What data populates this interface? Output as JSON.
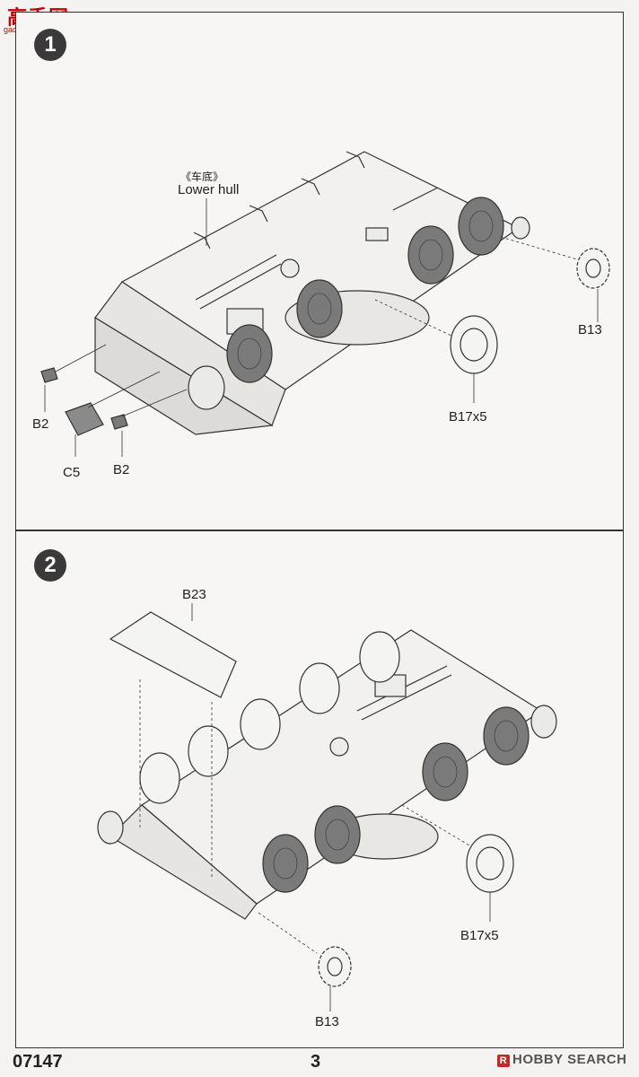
{
  "logo": {
    "name": "高手网",
    "url": "gao-shou.com"
  },
  "steps": [
    {
      "number": "1",
      "labels": {
        "lower_hull_cn": "《车底》",
        "lower_hull_en": "Lower hull",
        "b13": "B13",
        "b17": "B17x5",
        "b2_left": "B2",
        "b2_right": "B2",
        "c5": "C5"
      }
    },
    {
      "number": "2",
      "labels": {
        "b23": "B23",
        "b17": "B17x5",
        "b13": "B13"
      }
    }
  ],
  "footer": {
    "product_code": "07147",
    "page_number": "3",
    "watermark": "HOBBY SEARCH",
    "watermark_icon": "R"
  }
}
